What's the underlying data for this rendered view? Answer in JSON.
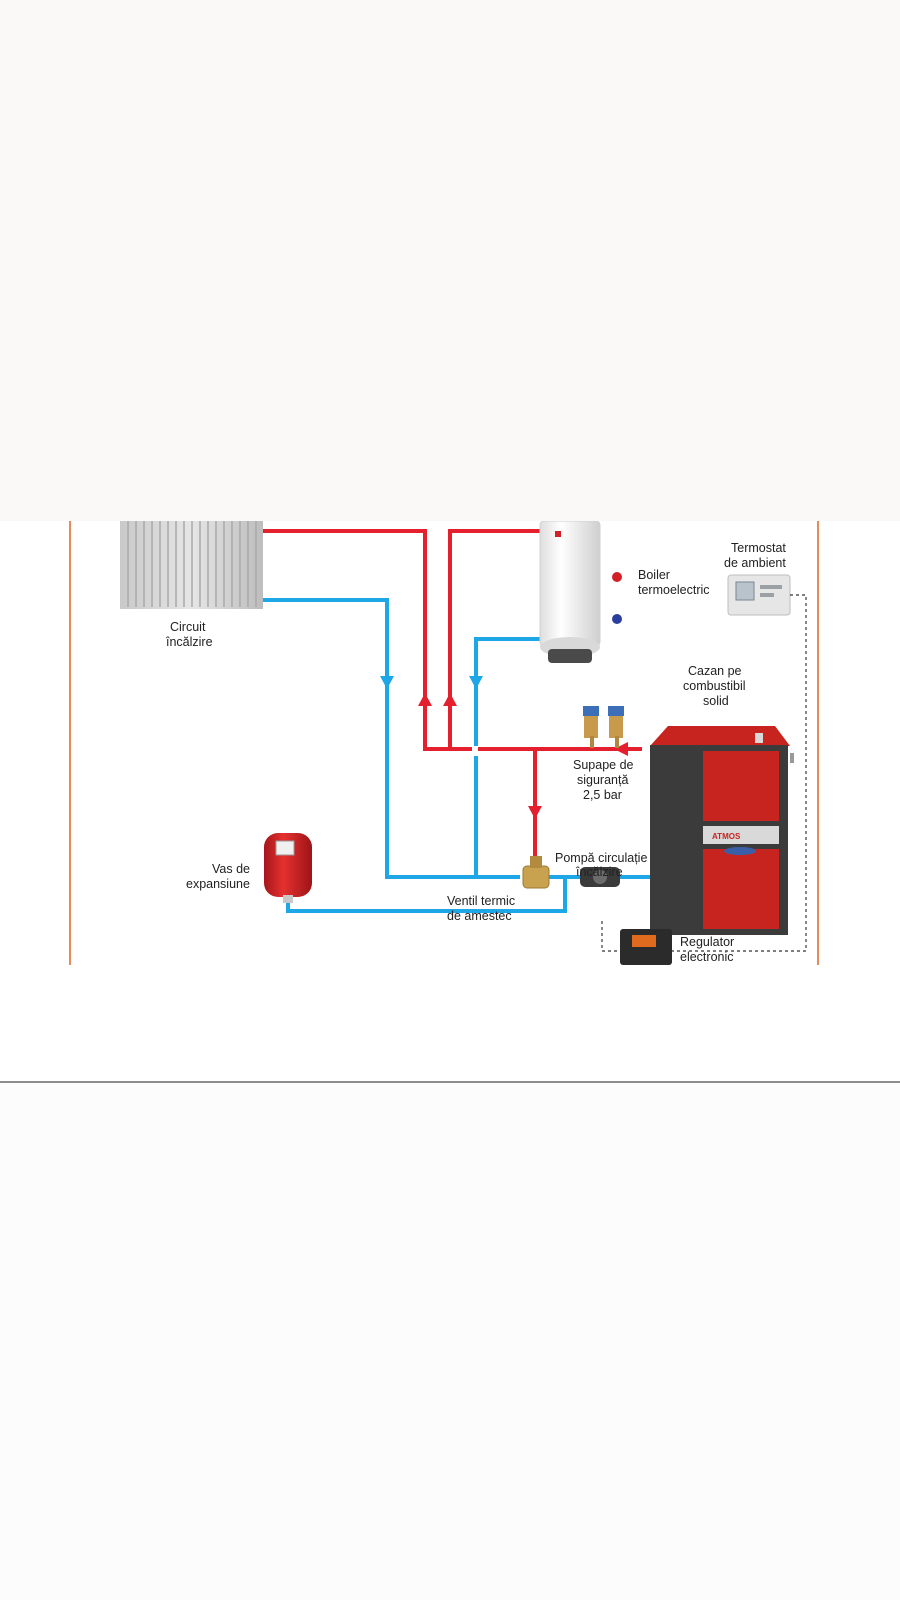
{
  "colors": {
    "hot_pipe": "#e5202e",
    "cold_pipe": "#1ea7e6",
    "frame": "#e58a5a",
    "boiler_red": "#c8241f",
    "boiler_dark": "#3b3b3b"
  },
  "labels": {
    "heating_circuit": [
      "Circuit",
      "încălzire"
    ],
    "boiler": [
      "Boiler",
      "termoelectric"
    ],
    "thermostat": [
      "Termostat",
      "de ambient"
    ],
    "solid_fuel_boiler": [
      "Cazan pe",
      "combustibil",
      "solid"
    ],
    "safety_valves": [
      "Supape de",
      "siguranță",
      "2,5 bar"
    ],
    "expansion_vessel": [
      "Vas de",
      "expansiune"
    ],
    "pump": [
      "Pompă circulație",
      "încălzire"
    ],
    "mixing_valve": [
      "Ventil termic",
      "de amestec"
    ],
    "regulator": [
      "Regulator",
      "electronic"
    ]
  },
  "brand": {
    "boiler_brand": "ATMOS"
  }
}
